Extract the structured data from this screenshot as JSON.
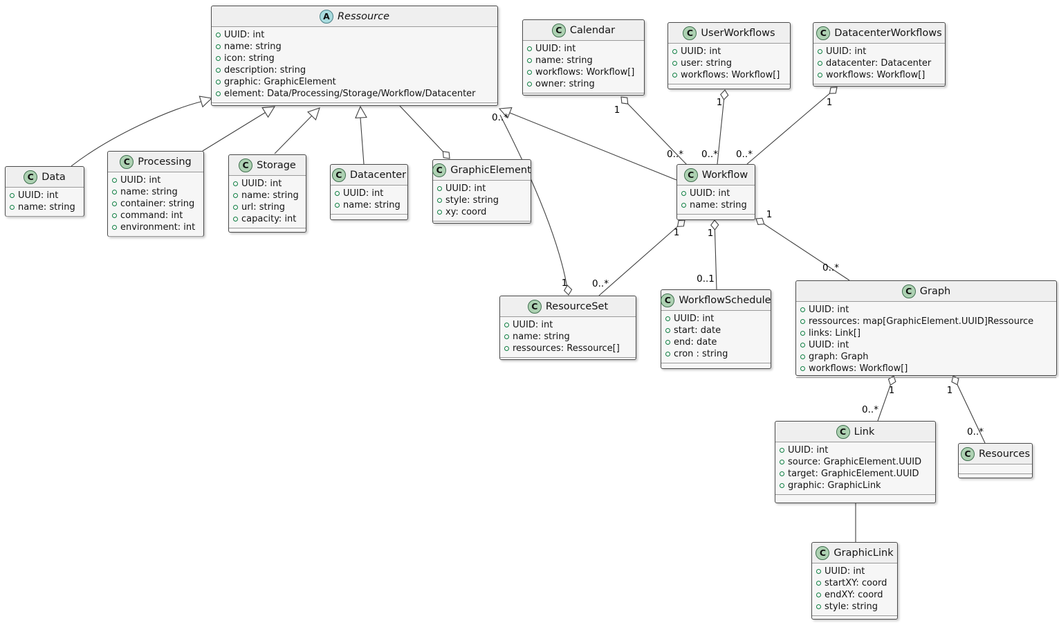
{
  "diagram": {
    "type": "uml-class-diagram",
    "background": "#ffffff",
    "box_fill": "#f6f6f6",
    "header_fill": "#efefef",
    "box_border": "#4a4a4a",
    "line_color": "#3f3f3f",
    "class_icon": {
      "letter": "C",
      "fill": "#ADD1B2",
      "border": "#3f6f4e"
    },
    "abstract_icon": {
      "letter": "A",
      "fill": "#A9DCDF",
      "border": "#4a7e85"
    },
    "field_icon": "green-hollow-circle"
  },
  "classes": [
    {
      "id": "ressource",
      "name": "Ressource",
      "abstract": true,
      "attributes": [
        "UUID: int",
        "name: string",
        "icon: string",
        "description: string",
        "graphic: GraphicElement",
        "element: Data/Processing/Storage/Workflow/Datacenter"
      ]
    },
    {
      "id": "calendar",
      "name": "Calendar",
      "abstract": false,
      "attributes": [
        "UUID: int",
        "name: string",
        "workflows: Workflow[]",
        "owner: string"
      ]
    },
    {
      "id": "userworkflows",
      "name": "UserWorkflows",
      "abstract": false,
      "attributes": [
        "UUID: int",
        "user: string",
        "workflows: Workflow[]"
      ]
    },
    {
      "id": "datacenterworkflows",
      "name": "DatacenterWorkflows",
      "abstract": false,
      "attributes": [
        "UUID: int",
        "datacenter: Datacenter",
        "workflows: Workflow[]"
      ]
    },
    {
      "id": "data",
      "name": "Data",
      "abstract": false,
      "attributes": [
        "UUID: int",
        "name: string"
      ]
    },
    {
      "id": "processing",
      "name": "Processing",
      "abstract": false,
      "attributes": [
        "UUID: int",
        "name: string",
        "container: string",
        "command: int",
        "environment: int"
      ]
    },
    {
      "id": "storage",
      "name": "Storage",
      "abstract": false,
      "attributes": [
        "UUID: int",
        "name: string",
        "url: string",
        "capacity: int"
      ]
    },
    {
      "id": "datacenter",
      "name": "Datacenter",
      "abstract": false,
      "attributes": [
        "UUID: int",
        "name: string"
      ]
    },
    {
      "id": "graphicelement",
      "name": "GraphicElement",
      "abstract": false,
      "attributes": [
        "UUID: int",
        "style: string",
        "xy: coord"
      ]
    },
    {
      "id": "workflow",
      "name": "Workflow",
      "abstract": false,
      "attributes": [
        "UUID: int",
        "name: string"
      ]
    },
    {
      "id": "resourceset",
      "name": "ResourceSet",
      "abstract": false,
      "attributes": [
        "UUID: int",
        "name: string",
        "ressources: Ressource[]"
      ]
    },
    {
      "id": "workflowschedule",
      "name": "WorkflowSchedule",
      "abstract": false,
      "attributes": [
        "UUID: int",
        "start: date",
        "end: date",
        "cron : string"
      ]
    },
    {
      "id": "graph",
      "name": "Graph",
      "abstract": false,
      "attributes": [
        "UUID: int",
        "ressources: map[GraphicElement.UUID]Ressource",
        "links: Link[]",
        "UUID: int",
        "graph: Graph",
        "workflows: Workflow[]"
      ]
    },
    {
      "id": "link",
      "name": "Link",
      "abstract": false,
      "attributes": [
        "UUID: int",
        "source: GraphicElement.UUID",
        "target: GraphicElement.UUID",
        "graphic: GraphicLink"
      ]
    },
    {
      "id": "resources",
      "name": "Resources",
      "abstract": false,
      "attributes": []
    },
    {
      "id": "graphiclink",
      "name": "GraphicLink",
      "abstract": false,
      "attributes": [
        "UUID: int",
        "startXY: coord",
        "endXY: coord",
        "style: string"
      ]
    }
  ],
  "edges": [
    {
      "id": "data-ressource",
      "kind": "generalization",
      "source": "Data",
      "target": "Ressource",
      "labels": []
    },
    {
      "id": "processing-ressource",
      "kind": "generalization",
      "source": "Processing",
      "target": "Ressource",
      "labels": []
    },
    {
      "id": "storage-ressource",
      "kind": "generalization",
      "source": "Storage",
      "target": "Ressource",
      "labels": []
    },
    {
      "id": "datacenter-ressource",
      "kind": "generalization",
      "source": "Datacenter",
      "target": "Ressource",
      "labels": []
    },
    {
      "id": "workflow-ressource",
      "kind": "generalization",
      "source": "Workflow",
      "target": "Ressource",
      "labels": []
    },
    {
      "id": "ressource-graphicelement",
      "kind": "aggregation",
      "source": "Ressource",
      "target": "GraphicElement",
      "labels": []
    },
    {
      "id": "ressource-resourceset",
      "kind": "aggregation",
      "source": "ResourceSet",
      "target": "Ressource",
      "labels": [
        "0..*",
        "1"
      ]
    },
    {
      "id": "calendar-workflow",
      "kind": "aggregation",
      "source": "Calendar",
      "target": "Workflow",
      "labels": [
        "1",
        "0..*"
      ]
    },
    {
      "id": "userworkflows-workflow",
      "kind": "aggregation",
      "source": "UserWorkflows",
      "target": "Workflow",
      "labels": [
        "1",
        "0..*"
      ]
    },
    {
      "id": "datacenterworkflows-workflow",
      "kind": "aggregation",
      "source": "DatacenterWorkflows",
      "target": "Workflow",
      "labels": [
        "1",
        "0..*"
      ]
    },
    {
      "id": "workflow-resourceset",
      "kind": "aggregation",
      "source": "Workflow",
      "target": "ResourceSet",
      "labels": [
        "1",
        "0..*"
      ]
    },
    {
      "id": "workflow-workflowschedule",
      "kind": "aggregation",
      "source": "Workflow",
      "target": "WorkflowSchedule",
      "labels": [
        "1",
        "0..1"
      ]
    },
    {
      "id": "workflow-graph",
      "kind": "aggregation",
      "source": "Workflow",
      "target": "Graph",
      "labels": [
        "1",
        "0..*"
      ]
    },
    {
      "id": "graph-link",
      "kind": "aggregation",
      "source": "Graph",
      "target": "Link",
      "labels": [
        "1",
        "0..*"
      ]
    },
    {
      "id": "graph-resources",
      "kind": "aggregation",
      "source": "Graph",
      "target": "Resources",
      "labels": [
        "1",
        "0..*"
      ]
    },
    {
      "id": "link-graphiclink",
      "kind": "association",
      "source": "Link",
      "target": "GraphicLink",
      "labels": []
    }
  ]
}
